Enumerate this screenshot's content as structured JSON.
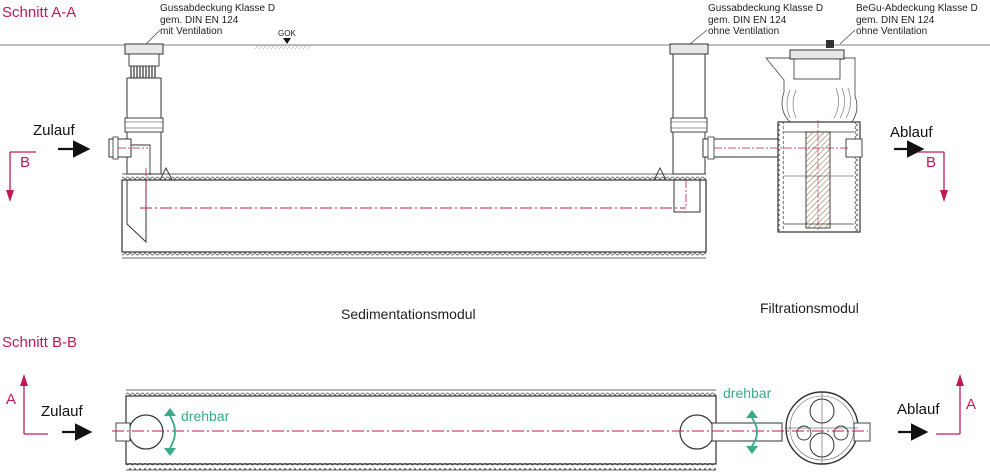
{
  "sections": {
    "top": "Schnitt A-A",
    "bottom": "Schnitt B-B"
  },
  "covers": {
    "inlet": [
      "Gussabdeckung Klasse D",
      "gem. DIN EN 124",
      "mit Ventilation"
    ],
    "outlet": [
      "Gussabdeckung Klasse D",
      "gem. DIN EN 124",
      "ohne Ventilation"
    ],
    "filter": [
      "BeGu-Abdeckung Klasse D",
      "gem. DIN EN 124",
      "ohne Ventilation"
    ]
  },
  "ground_label": "GOK",
  "flow": {
    "inlet": "Zulauf",
    "outlet": "Ablauf"
  },
  "modules": {
    "sedimentation": "Sedimentationsmodul",
    "filtration": "Filtrationsmodul"
  },
  "section_markers": {
    "b": "B",
    "a": "A"
  },
  "rotation_label": "drehbar",
  "colors": {
    "section": "#c2185b",
    "rotation": "#3aaa8a",
    "line": "#333333"
  }
}
